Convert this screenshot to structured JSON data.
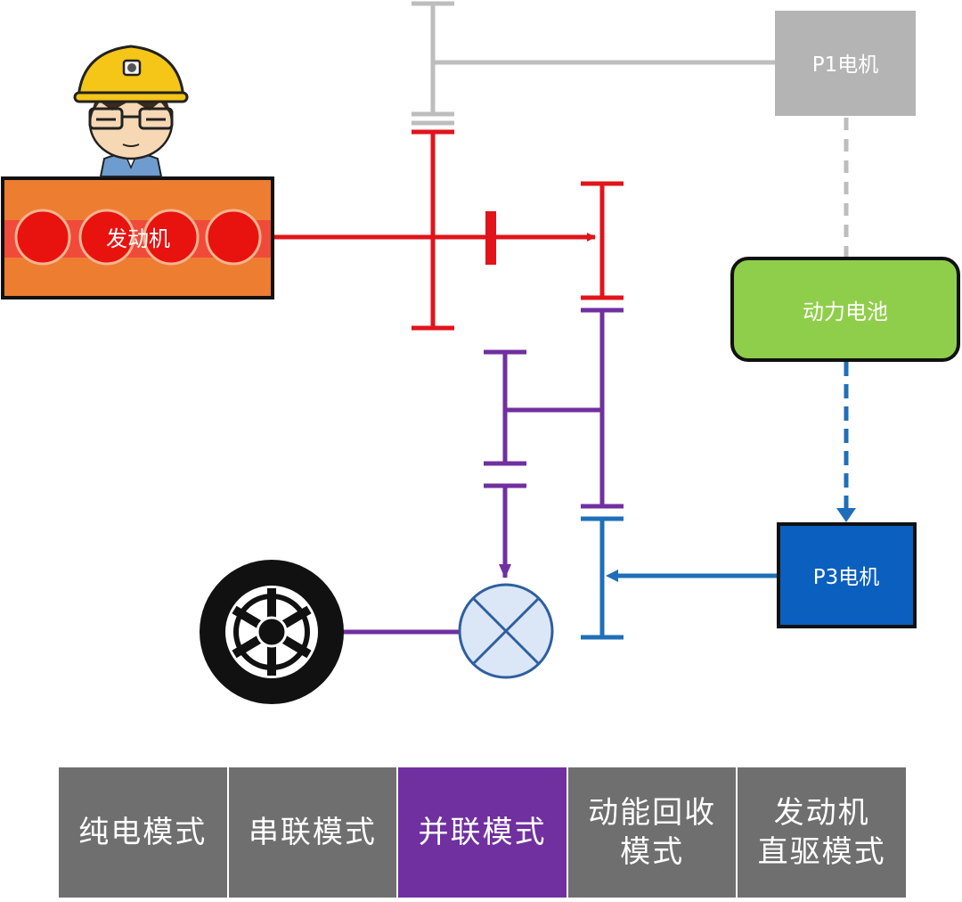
{
  "labels": {
    "engine": "发动机",
    "p1_motor": "P1电机",
    "battery": "动力电池",
    "p3_motor": "P3电机"
  },
  "tabs": [
    {
      "label": "纯电模式",
      "active": false
    },
    {
      "label": "串联模式",
      "active": false
    },
    {
      "label": "并联模式",
      "active": true
    },
    {
      "label": "动能回收\n模式",
      "active": false
    },
    {
      "label": "发动机\n直驱模式",
      "active": false
    }
  ],
  "colors": {
    "engine_path": "#e1141b",
    "drive_path": "#7030a0",
    "electric_path": "#1f6fb8",
    "inactive_path": "#bdbdbd",
    "engine_box": "#ed7d31",
    "p1_box": "#b4b4b4",
    "battery_box": "#8fce4a",
    "p3_box": "#0b5fbf",
    "tab_inactive": "#6f6f6f",
    "tab_active": "#7030a0"
  }
}
